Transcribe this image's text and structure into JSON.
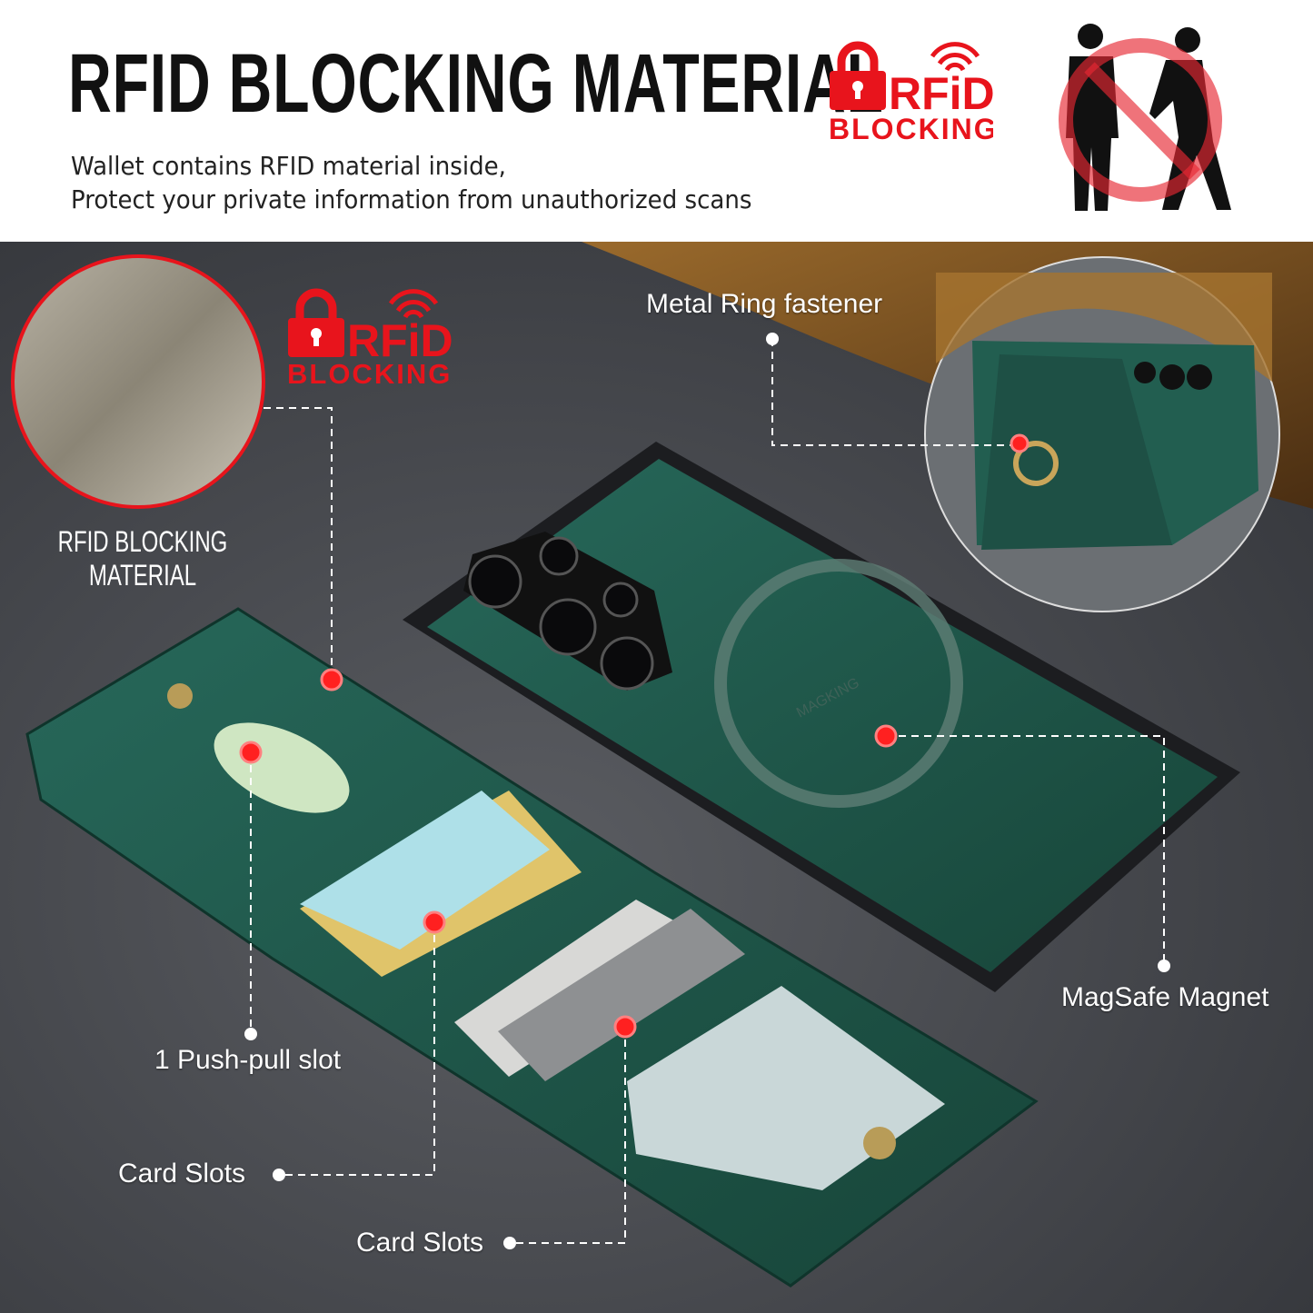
{
  "header": {
    "title": "RFID BLOCKING MATERIAL",
    "subtitle_line1": "Wallet contains RFID material inside,",
    "subtitle_line2": "Protect your private information from unauthorized scans",
    "logo": {
      "top": "RFiD",
      "bottom": "BLOCKING"
    },
    "illustration_icon": "no-scanning-pickpocket-icon"
  },
  "photo": {
    "fabric_label_line1": "RFID BLOCKING",
    "fabric_label_line2": "MATERIAL",
    "logo": {
      "top": "RFiD",
      "bottom": "BLOCKING"
    },
    "callouts": {
      "ring": "Metal Ring fastener",
      "magsafe": "MagSafe Magnet",
      "push_pull": "1 Push-pull slot",
      "card_slots_1": "Card Slots",
      "card_slots_2": "Card Slots"
    },
    "phone_brand": "MAGKING"
  },
  "colors": {
    "accent_red": "#e8141c",
    "leather_green": "#1f5a4c",
    "background": "#4a4c50"
  }
}
